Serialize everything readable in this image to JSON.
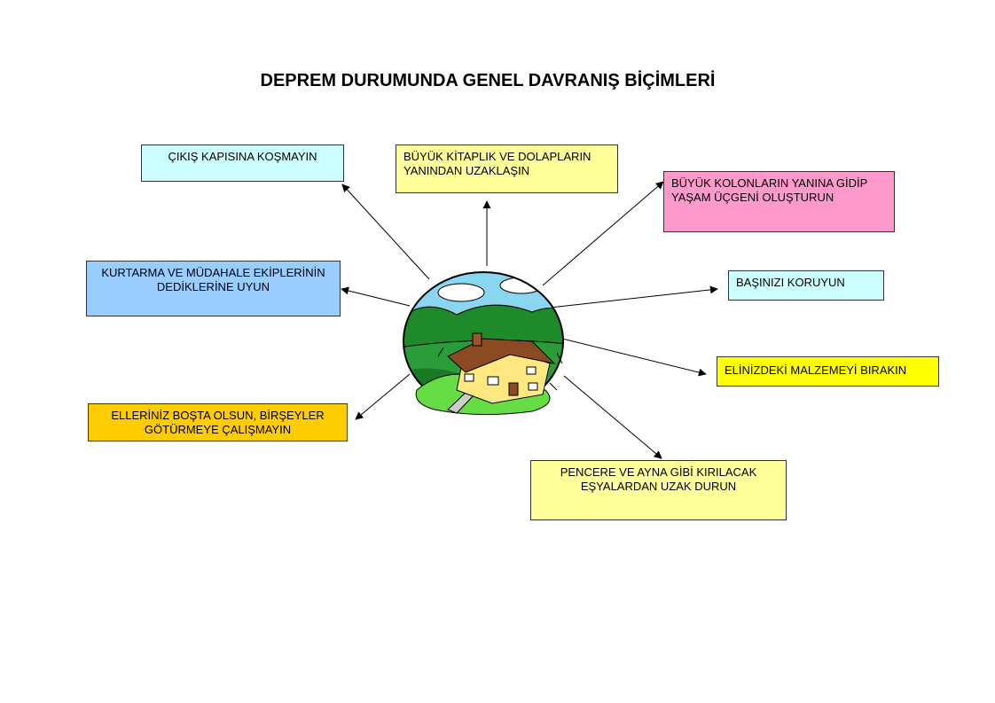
{
  "title": "DEPREM DURUMUNDA GENEL DAVRANIŞ BİÇİMLERİ",
  "colors": {
    "light_cyan": "#ccffff",
    "light_yellow": "#ffff99",
    "pink": "#ff99cc",
    "light_blue": "#99ccff",
    "yellow": "#ffff00",
    "gold": "#ffcc00"
  },
  "center_icon": "earthquake-house-icon",
  "boxes": {
    "cikis": "ÇIKIŞ KAPISINA KOŞMAYIN",
    "kitaplik": "BÜYÜK KİTAPLIK VE DOLAPLARIN YANINDAN UZAKLAŞIN",
    "kolon": "BÜYÜK KOLONLARIN YANINA GİDİP YAŞAM ÜÇGENİ OLUŞTURUN",
    "kurtarma": "KURTARMA VE MÜDAHALE EKİPLERİNİN DEDİKLERİNE UYUN",
    "basiniz": "BAŞINIZI KORUYUN",
    "malzeme": "ELİNİZDEKİ MALZEMEYİ BIRAKIN",
    "eller": "ELLERİNİZ BOŞTA OLSUN, BİRŞEYLER GÖTÜRMEYE ÇALIŞMAYIN",
    "pencere": "PENCERE VE AYNA GİBİ KIRILACAK EŞYALARDAN UZAK DURUN"
  }
}
